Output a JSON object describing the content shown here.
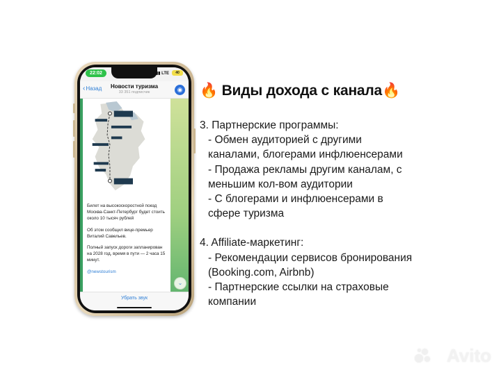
{
  "slide": {
    "title": "🔥 Виды дохода с канала🔥",
    "sections": [
      {
        "heading": "3. Партнерские программы:",
        "lines": [
          "- Обмен аудиторией с другими",
          "каналами, блогерами инфлюенсерами",
          "- Продажа рекламы другим каналам, с",
          "меньшим кол-вом аудитории",
          "- С блогерами и инфлюенсерами в",
          "сфере туризма"
        ]
      },
      {
        "heading": "4. Affiliate-маркетинг:",
        "lines": [
          "- Рекомендации сервисов бронирования",
          "(Booking.com, Airbnb)",
          "- Партнерские ссылки на страховые",
          "компании"
        ]
      }
    ],
    "watermark": "Avito"
  },
  "phone": {
    "status": {
      "time": "22:02",
      "network": "LTE",
      "battery": "40"
    },
    "header": {
      "back_label": "Назад",
      "channel_title": "Новости туризма",
      "subscribers": "33 351 подписчик"
    },
    "message": {
      "paragraphs": [
        "Билет на высокоскоростной поезд Москва-Санкт-Петербург будет стоить около 10 тысяч рублей",
        "Об этом сообщил вице-премьер Виталий Савельев.",
        "Полный запуск дороги запланирован на 2028 год, время в пути — 2 часа 15 минут."
      ],
      "mention": "@newstourism"
    },
    "bottom_action": "Убрать звук",
    "colors": {
      "accent": "#2f7fd6",
      "time_pill": "#2ec24a",
      "map_label": "#1f3a4f"
    }
  }
}
